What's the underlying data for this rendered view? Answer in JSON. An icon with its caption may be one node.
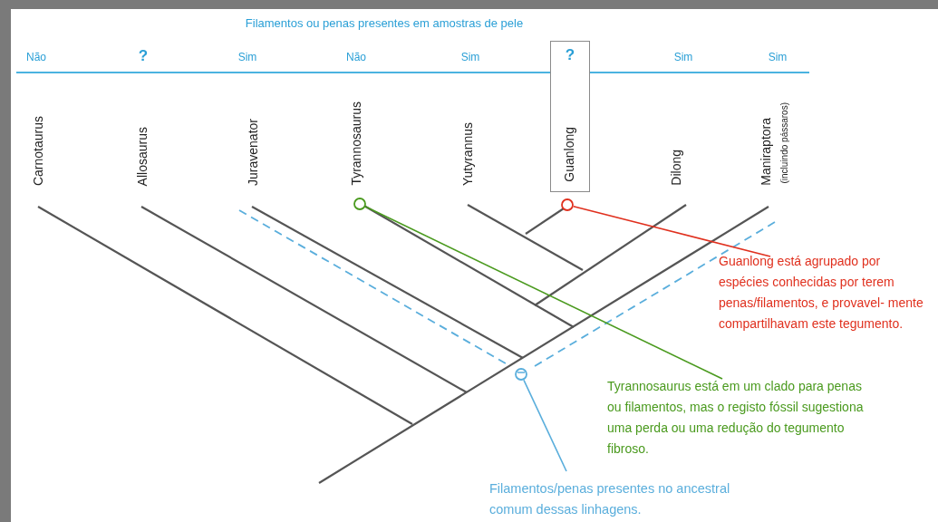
{
  "diagram": {
    "title": "Filamentos ou penas presentes em amostras de pele",
    "nodes": [
      {
        "text": [
          "?",
          "Guanlong"
        ]
      },
      {
        "text": [
          "Guanlong está agrupado por espécies conhecidas por terem penas/filamentos, e provavel- mente compartilhavam este tegumento."
        ]
      },
      {
        "text": [],
        "shape": "circle"
      },
      {
        "text": [
          "Tyrannosaurus está em um clado para penas ou filamentos, mas o registo fóssil sugestiona uma perda ou uma redução do tegumento fibroso."
        ]
      },
      {
        "text": [],
        "shape": "circle"
      },
      {
        "text": [
          "Filamentos/penas presentes no ancestral comum dessas linhagens."
        ]
      },
      {
        "text": [],
        "shape": "circle"
      }
    ],
    "edges": [
      {
        "from": 1,
        "to": 2,
        "arrow": "none",
        "color": "#e0301e"
      },
      {
        "from": 3,
        "to": 4,
        "arrow": "none",
        "color": "#4a9a1e"
      },
      {
        "from": 5,
        "to": 6,
        "arrow": "none",
        "color": "#5aaedc"
      }
    ],
    "labels": [
      "Não",
      "?",
      "Sim",
      "Não",
      "Sim",
      "Sim",
      "Sim",
      "Carnotaurus",
      "Allosaurus",
      "Juravenator",
      "Tyrannosaurus",
      "Yutyrannus",
      "Dilong",
      "Maniraptora",
      "(incluindo pássaros)"
    ]
  }
}
